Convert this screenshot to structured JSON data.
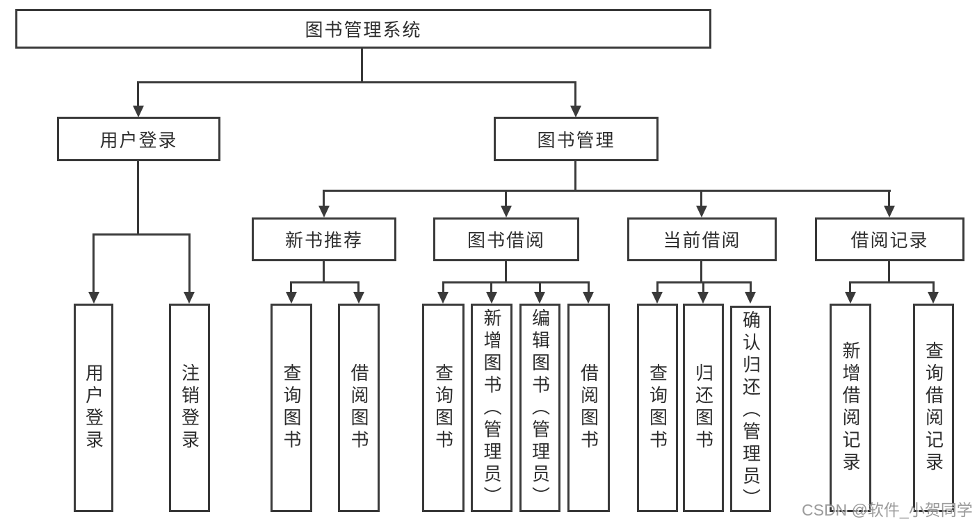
{
  "diagram": {
    "title": "图书管理系统",
    "root": {
      "label": "图书管理系统"
    },
    "level2": [
      {
        "label": "用户登录"
      },
      {
        "label": "图书管理"
      }
    ],
    "level3": [
      {
        "label": "新书推荐"
      },
      {
        "label": "图书借阅"
      },
      {
        "label": "当前借阅"
      },
      {
        "label": "借阅记录"
      }
    ],
    "leaves": {
      "user_login": [
        "用户登录",
        "注销登录"
      ],
      "new_book": [
        "查询图书",
        "借阅图书"
      ],
      "book_borrow": [
        "查询图书",
        "新增图书（管理员）",
        "编辑图书（管理员）",
        "借阅图书"
      ],
      "current_borrow": [
        "查询图书",
        "归还图书",
        "确认归还（管理员）"
      ],
      "borrow_record": [
        "新增借阅记录",
        "查询借阅记录"
      ]
    }
  },
  "watermark": "CSDN @软件_小贺同学",
  "colors": {
    "line": "#3a3a3a",
    "text": "#2d2d2d",
    "background": "#ffffff",
    "watermark": "#8a8a8a"
  }
}
